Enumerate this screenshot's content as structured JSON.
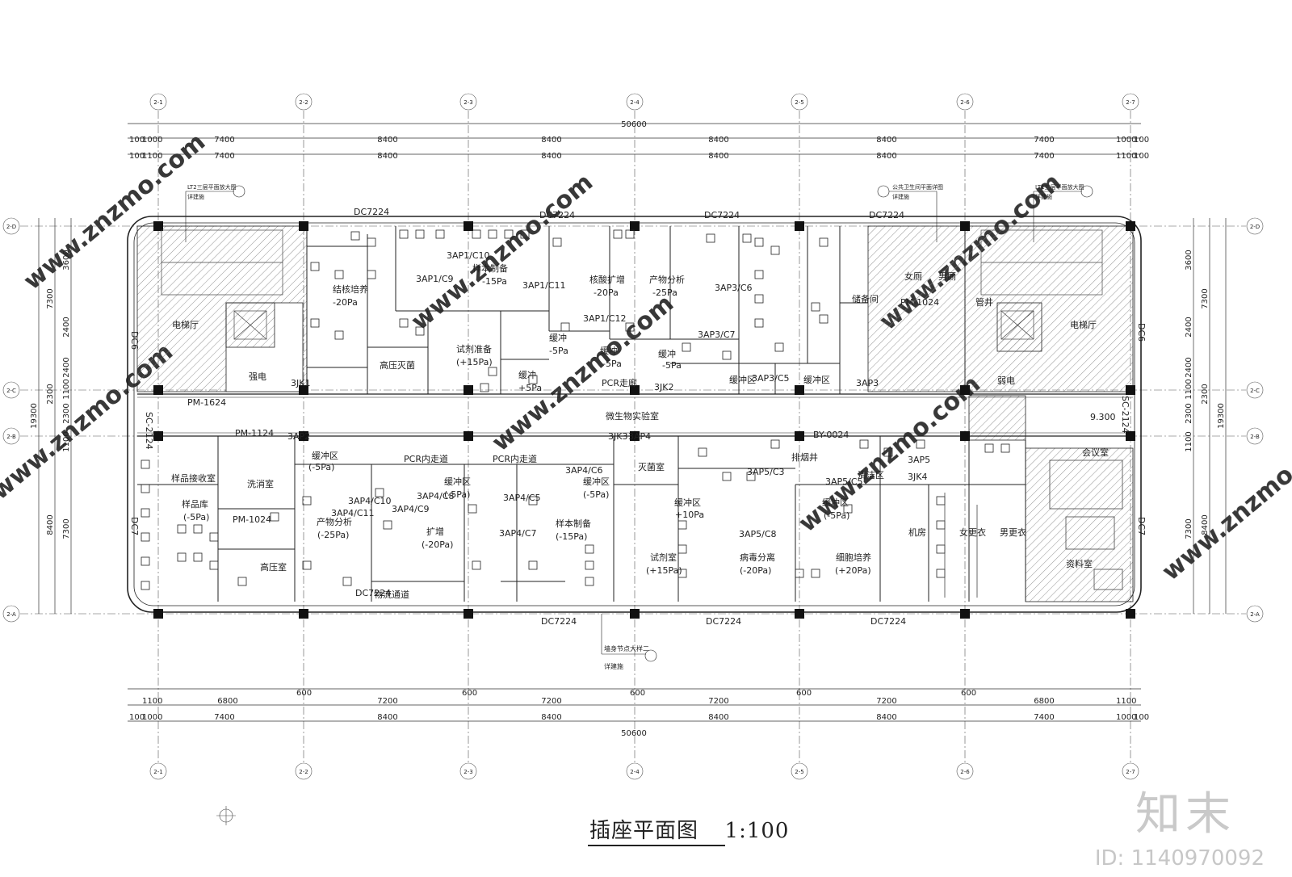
{
  "drawing": {
    "title": "插座平面图",
    "scale": "1:100",
    "total_width": "50600",
    "overall_height": "19300",
    "elevation": "9.300"
  },
  "axes": {
    "columns": [
      "2-1",
      "2-2",
      "2-3",
      "2-4",
      "2-5",
      "2-6",
      "2-7"
    ],
    "rows": [
      "2-D",
      "2-C",
      "2-B",
      "2-A"
    ]
  },
  "dims": {
    "top_line1": [
      "1000",
      "7400",
      "8400",
      "8400",
      "8400",
      "8400",
      "7400",
      "1000"
    ],
    "top_line2": [
      "1100",
      "7400",
      "8400",
      "8400",
      "8400",
      "8400",
      "7400",
      "1100"
    ],
    "bottom_line1": [
      "1100",
      "6800",
      "600",
      "7200",
      "600",
      "7200",
      "600",
      "7200",
      "600",
      "7200",
      "600",
      "6800",
      "1100"
    ],
    "bottom_line2": [
      "1000",
      "7400",
      "8400",
      "8400",
      "8400",
      "8400",
      "7400",
      "1000"
    ],
    "edge_100": "100",
    "left_outer": [
      "7300",
      "2300",
      "8400"
    ],
    "left_inner": [
      "3600",
      "2400",
      "2400",
      "1100",
      "2300",
      "1100",
      "7300"
    ],
    "right_outer": [
      "7300",
      "2300",
      "8400"
    ],
    "right_inner": [
      "3600",
      "2400",
      "2400",
      "1100",
      "2300",
      "1100",
      "7300"
    ]
  },
  "walls": {
    "top_dc": "DC7224",
    "bottom_dc": "DC7224",
    "left_dc_top": "DC6",
    "left_dc_bottom": "DC7",
    "right_dc_top": "DC6",
    "right_dc_bottom": "DC7",
    "pm1624": "PM-1624",
    "pm1124": "PM-1124",
    "pm1024a": "PM-1024",
    "pm1024b": "PM-1024",
    "sc2124": "SC-2124",
    "by": "BY-0024"
  },
  "rooms": {
    "elevator_hall_left": "电梯厅",
    "elevator_hall_right": "电梯厅",
    "strong_power": "强电",
    "weak_power": "弱电",
    "sample_prep": "样本制备",
    "sample_prep_p": "-15Pa",
    "reagent_prep": "试剂准备",
    "reagent_prep_p": "(+15Pa)",
    "nucleic_amp": "核酸扩增",
    "nucleic_amp_p": "-20Pa",
    "product_analysis_top": "产物分析",
    "product_analysis_top_p": "-25Pa",
    "buffer_1": "缓冲",
    "buffer_1_p": "-5Pa",
    "buffer_2": "缓冲",
    "buffer_2_p": "+5Pa",
    "buffer_3": "缓冲",
    "buffer_3_p": "-5Pa",
    "buffer_4": "缓冲",
    "buffer_4_p": "-5Pa",
    "buffer_zone_top": "缓冲区",
    "buffer_zone_top2": "缓冲区",
    "culture": "结核培养",
    "culture_p": "-20Pa",
    "high_pressure_top": "高压灭菌",
    "storage": "储备间",
    "lab_main": "微生物实验室",
    "pcr_corridor_top": "PCR走廊",
    "pcr_inner_1": "PCR内走道",
    "pcr_inner_2": "PCR内走道",
    "sample_receive": "样品接收室",
    "sample_store": "样品库",
    "sample_store_p": "(-5Pa)",
    "wash": "洗消室",
    "high_pressure_bottom": "高压室",
    "product_analysis_bottom": "产物分析",
    "product_analysis_bottom_p": "(-25Pa)",
    "amplify": "扩增",
    "amplify_p": "(-20Pa)",
    "sample_prep_bottom": "样本制备",
    "sample_prep_bottom_p": "(-15Pa)",
    "buffer_zone_b1": "缓冲区",
    "buffer_zone_b1_p": "(-5Pa)",
    "buffer_zone_b2": "缓冲区",
    "buffer_zone_b2_p": "(-5Pa)",
    "buffer_zone_b3": "缓冲区",
    "buffer_zone_b3_p": "(-5Pa)",
    "buffer_zone_b4": "缓冲区",
    "buffer_zone_b4_p": "+10Pa",
    "buffer_zone_b5": "缓冲区",
    "buffer_zone_b5_p": "(-5Pa)",
    "reagent_room": "试剂室",
    "reagent_room_p": "(+15Pa)",
    "virus_sep": "病毒分离",
    "virus_sep_p": "(-20Pa)",
    "cell_culture": "细胞培养",
    "cell_culture_p": "(+20Pa)",
    "sterile": "灭菌室",
    "clean_zone": "清洁区",
    "machine_room": "机房",
    "female_changing": "女更衣",
    "male_changing": "男更衣",
    "meeting": "会议室",
    "material": "资料室",
    "logistics_corridor": "物流通道",
    "smoke": "排烟井",
    "wc_f": "女厕",
    "wc_m": "男厕",
    "pipe": "管井"
  },
  "circuits": {
    "c1": "3AP1/C10",
    "c2": "3AP1/C9",
    "c3": "3AP1/C11",
    "c4": "3AP1/C12",
    "c5": "3AP3/C6",
    "c6": "3AP3/C7",
    "c7": "3AP3/C5",
    "c8": "3AP4/C10",
    "c9": "3AP4/C11",
    "c10": "3AP4/C8",
    "c11": "3AP4/C9",
    "c12": "3AP4/C5",
    "c13": "3AP4/C7",
    "c14": "3AP4/C6",
    "c15": "3AP5/C3",
    "c16": "3AP5/C8",
    "c17": "3AP5/C5",
    "jk1": "3JK1",
    "jk2": "3JK2",
    "jk3": "3JK3",
    "jk4": "3JK4",
    "ap2": "3AP2",
    "ap3": "3AP3",
    "ap4": "3AP4",
    "ap5": "3AP5"
  },
  "callouts": {
    "lt2": "LT2三层平面放大图",
    "lt1": "LT1三层平面放大图",
    "wc": "公共卫生间平面详图",
    "detail": "墙身节点大样二",
    "see_arch": "详建施",
    "see_arch2": "详建施",
    "see_arch3": "详建施",
    "see_arch4": "详建施"
  },
  "watermark": {
    "brand_cn": "知末",
    "site": "www.znzmo.com",
    "id": "ID: 1140970092"
  },
  "colors": {
    "line": "#222222",
    "hatch": "#555555",
    "watermark": "#d0d0d0"
  }
}
